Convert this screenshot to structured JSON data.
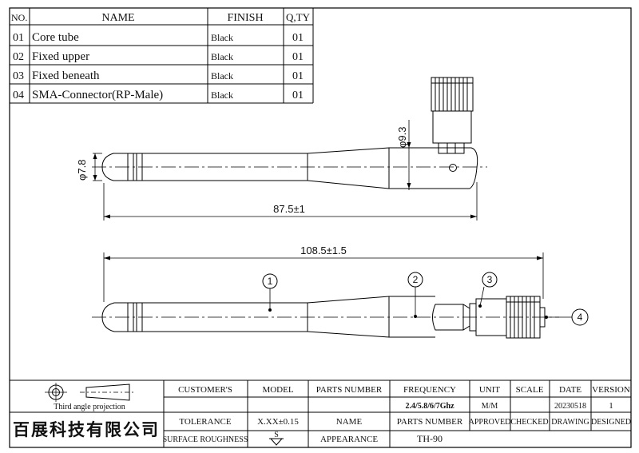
{
  "parts_table": {
    "headers": {
      "no": "NO.",
      "name": "NAME",
      "finish": "FINISH",
      "qty": "Q,TY"
    },
    "rows": [
      {
        "no": "01",
        "name": "Core tube",
        "finish": "Black",
        "qty": "01"
      },
      {
        "no": "02",
        "name": "Fixed upper",
        "finish": "Black",
        "qty": "01"
      },
      {
        "no": "03",
        "name": "Fixed beneath",
        "finish": "Black",
        "qty": "01"
      },
      {
        "no": "04",
        "name": "SMA-Connector(RP-Male)",
        "finish": "Black",
        "qty": "01"
      }
    ]
  },
  "dimensions": {
    "top_diameter": "φ9.3",
    "left_diameter": "φ7.8",
    "folded_length": "87.5±1",
    "total_length": "108.5±1.5"
  },
  "balloons": [
    "1",
    "2",
    "3",
    "4"
  ],
  "title_block": {
    "projection_label": "Third angle projection",
    "company": "百展科技有限公司",
    "headers": {
      "customers": "CUSTOMER'S",
      "model": "MODEL",
      "parts_number": "PARTS NUMBER",
      "frequency": "FREQUENCY",
      "unit": "UNIT",
      "scale": "SCALE",
      "date": "DATE",
      "version": "VERSION"
    },
    "values": {
      "frequency": "2.4/5.8/6/7Ghz",
      "unit": "M/M",
      "date": "20230518",
      "version": "1"
    },
    "row3": {
      "tolerance": "TOLERANCE",
      "tolerance_value": "X.XX±0.15",
      "name": "NAME",
      "parts_number": "PARTS NUMBER",
      "approved": "APPROVED",
      "checked": "CHECKED",
      "drawing": "DRAWING",
      "designed": "DESIGNED"
    },
    "row4": {
      "surface_roughness": "SURFACE ROUGHNESS",
      "roughness_symbol": "S",
      "appearance": "APPEARANCE",
      "part_no": "TH-90"
    }
  }
}
